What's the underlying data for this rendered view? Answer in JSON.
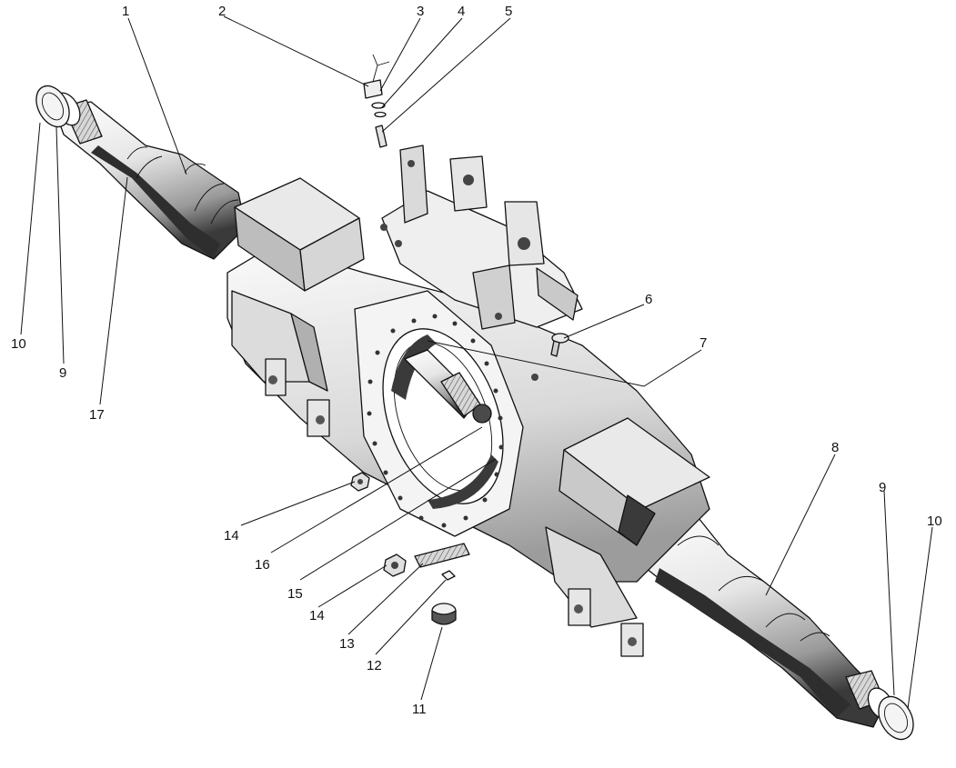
{
  "colors": {
    "ink": "#111111",
    "light": "#f2f2f2",
    "mid": "#cfcfcf",
    "dark": "#5a5a5a",
    "background": "#ffffff"
  },
  "callouts": [
    {
      "id": "c1",
      "label": "1"
    },
    {
      "id": "c2",
      "label": "2"
    },
    {
      "id": "c3",
      "label": "3"
    },
    {
      "id": "c4",
      "label": "4"
    },
    {
      "id": "c5",
      "label": "5"
    },
    {
      "id": "c6",
      "label": "6"
    },
    {
      "id": "c7",
      "label": "7"
    },
    {
      "id": "c8",
      "label": "8"
    },
    {
      "id": "c9a",
      "label": "9"
    },
    {
      "id": "c9b",
      "label": "9"
    },
    {
      "id": "c10a",
      "label": "10"
    },
    {
      "id": "c10b",
      "label": "10"
    },
    {
      "id": "c11",
      "label": "11"
    },
    {
      "id": "c12",
      "label": "12"
    },
    {
      "id": "c13",
      "label": "13"
    },
    {
      "id": "c14a",
      "label": "14"
    },
    {
      "id": "c14b",
      "label": "14"
    },
    {
      "id": "c15",
      "label": "15"
    },
    {
      "id": "c16",
      "label": "16"
    },
    {
      "id": "c17",
      "label": "17"
    }
  ]
}
